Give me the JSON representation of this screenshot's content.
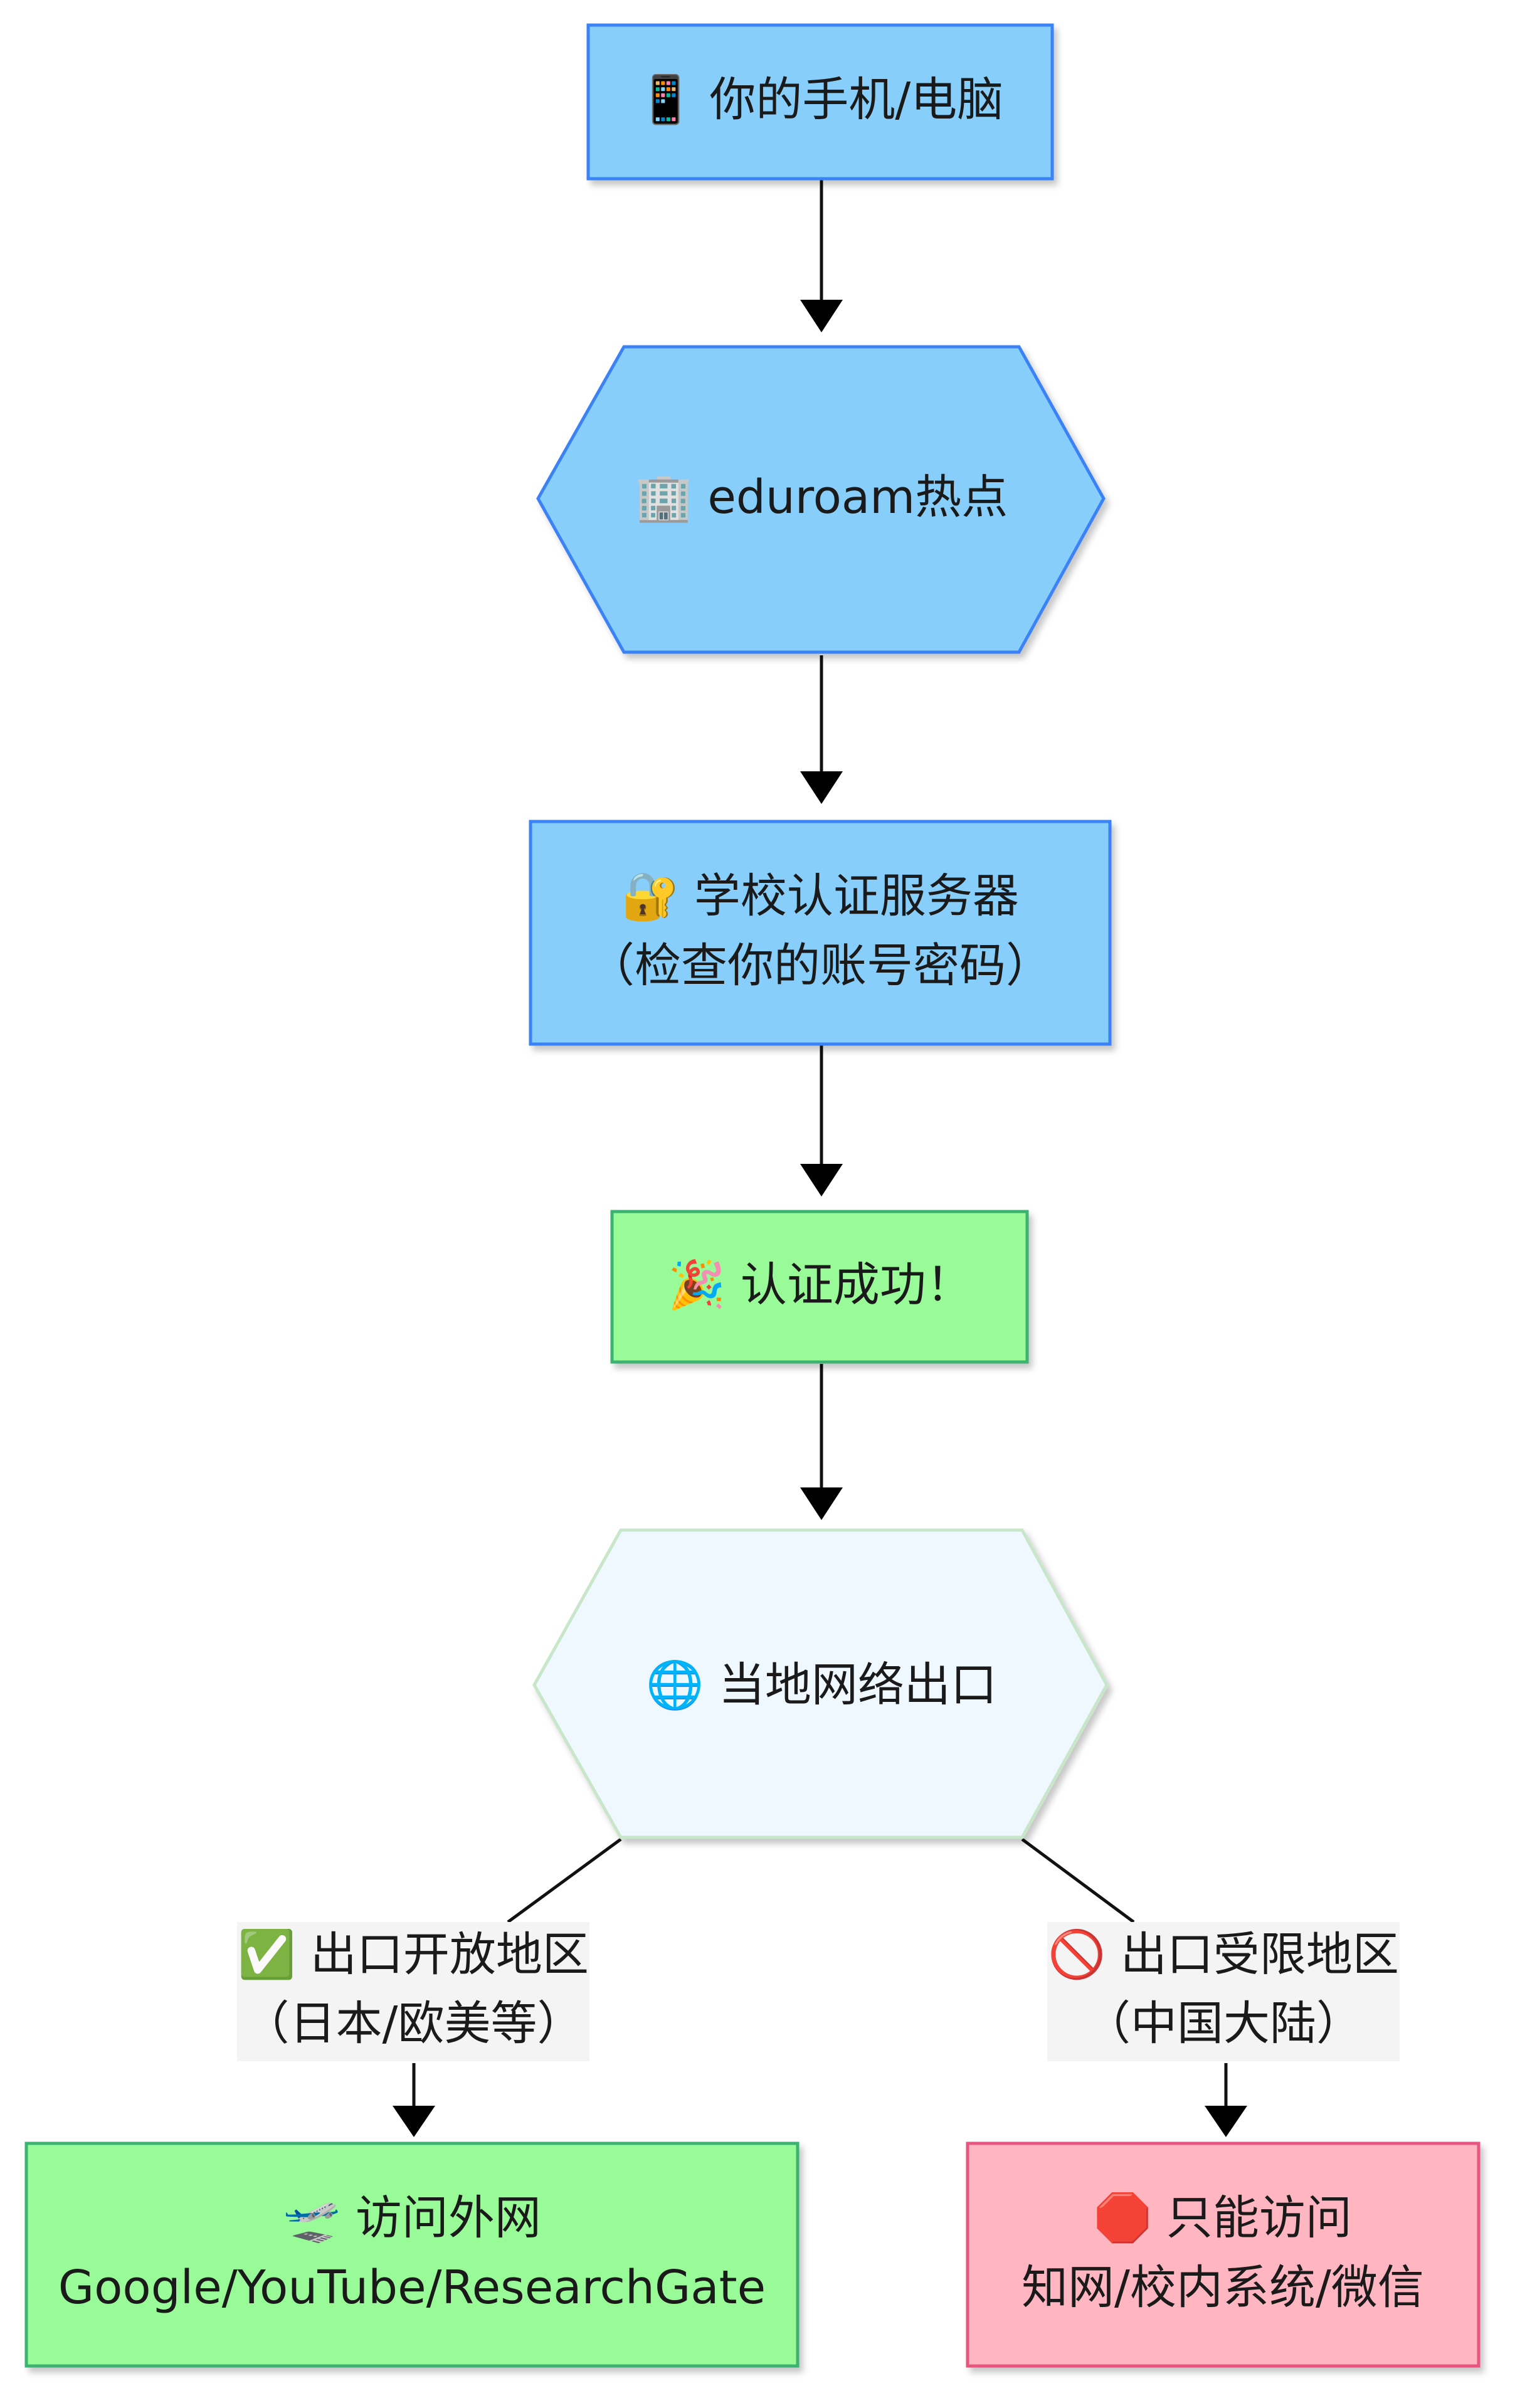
{
  "colors": {
    "blue_fill": "#87CEFA",
    "blue_stroke": "#3B82F6",
    "green_fill": "#98FB98",
    "green_stroke": "#3CB371",
    "pale_fill": "#F0F8FF",
    "pale_stroke": "#C8E6C9",
    "pink_fill": "#FFB6C1",
    "pink_stroke": "#E75480",
    "label_bg": "#F4F4F4"
  },
  "nodes": {
    "device": {
      "icon": "mobile-phone-icon",
      "line1": "📱 你的手机/电脑"
    },
    "hotspot": {
      "icon": "office-building-icon",
      "line1": "🏢 eduroam热点"
    },
    "auth_server": {
      "icon": "lock-key-icon",
      "line1": "🔐 学校认证服务器",
      "line2": "（检查你的账号密码）"
    },
    "auth_success": {
      "icon": "party-popper-icon",
      "line1": "🎉 认证成功！"
    },
    "local_exit": {
      "icon": "globe-icon",
      "line1": "🌐 当地网络出口"
    },
    "foreign_web": {
      "icon": "airplane-icon",
      "line1": "🛫 访问外网",
      "line2": "Google/YouTube/ResearchGate"
    },
    "limited_access": {
      "icon": "stop-sign-icon",
      "line1": "🛑 只能访问",
      "line2": "知网/校内系统/微信"
    }
  },
  "edge_labels": {
    "open_region": {
      "icon": "check-mark-icon",
      "line1": "✅ 出口开放地区",
      "line2": "（日本/欧美等）"
    },
    "restricted_region": {
      "icon": "prohibited-icon",
      "line1": "🚫 出口受限地区",
      "line2": "（中国大陆）"
    }
  }
}
